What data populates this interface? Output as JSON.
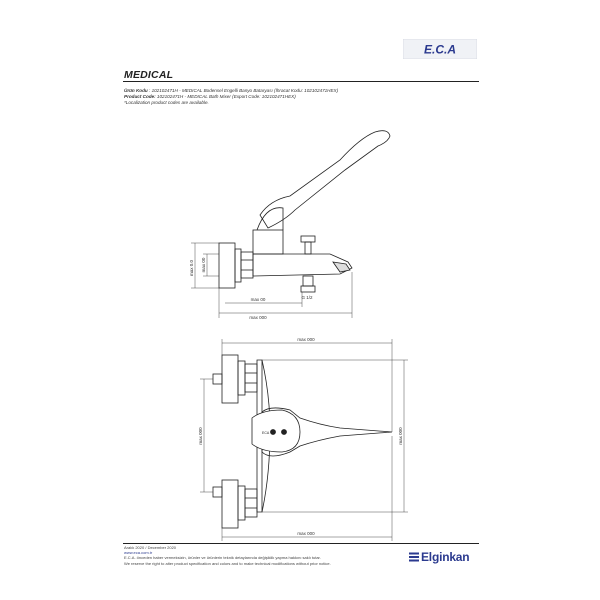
{
  "header": {
    "logo_text": "E.C.A",
    "brand_color": "#2b3a8f",
    "title": "MEDICAL"
  },
  "codes": {
    "line1_label": "Ürün Kodu",
    "line1_text": "   :  102102471H - MEDICAL Bodensel Engelli Banyo Bataryası (İhracat Kodu: 102102471HEX)",
    "line2_label": "Product Code:",
    "line2_text": " 102102471H - MEDICAL Bath Mixer (Export Code: 102102471HEX)",
    "line3_text": "*Localization product codes are available."
  },
  "dimensions": {
    "side_height_outer": "max 0.0",
    "side_height_inner": "max 00",
    "side_inner_span": "max 00",
    "side_total_length": "max 000",
    "outlet_thread": "G 1/2",
    "top_total_width": "max 000",
    "top_center_distance": "max 000",
    "top_overall_height": "max 000",
    "top_bottom_length": "max 000"
  },
  "footer": {
    "date": "Aralık 2020 / December 2020",
    "website": "www.eca.com.tr",
    "notice_tr": "E.C.A. önceden haber vermeksizin, ürünler ve ürünlerin teknik detaylarında değişiklik yapma hakkını saklı tutar.",
    "notice_en": "We reserve the right to alter product specification and colors and to make technical modifications without prior notice.",
    "brand": "Elginkan"
  }
}
